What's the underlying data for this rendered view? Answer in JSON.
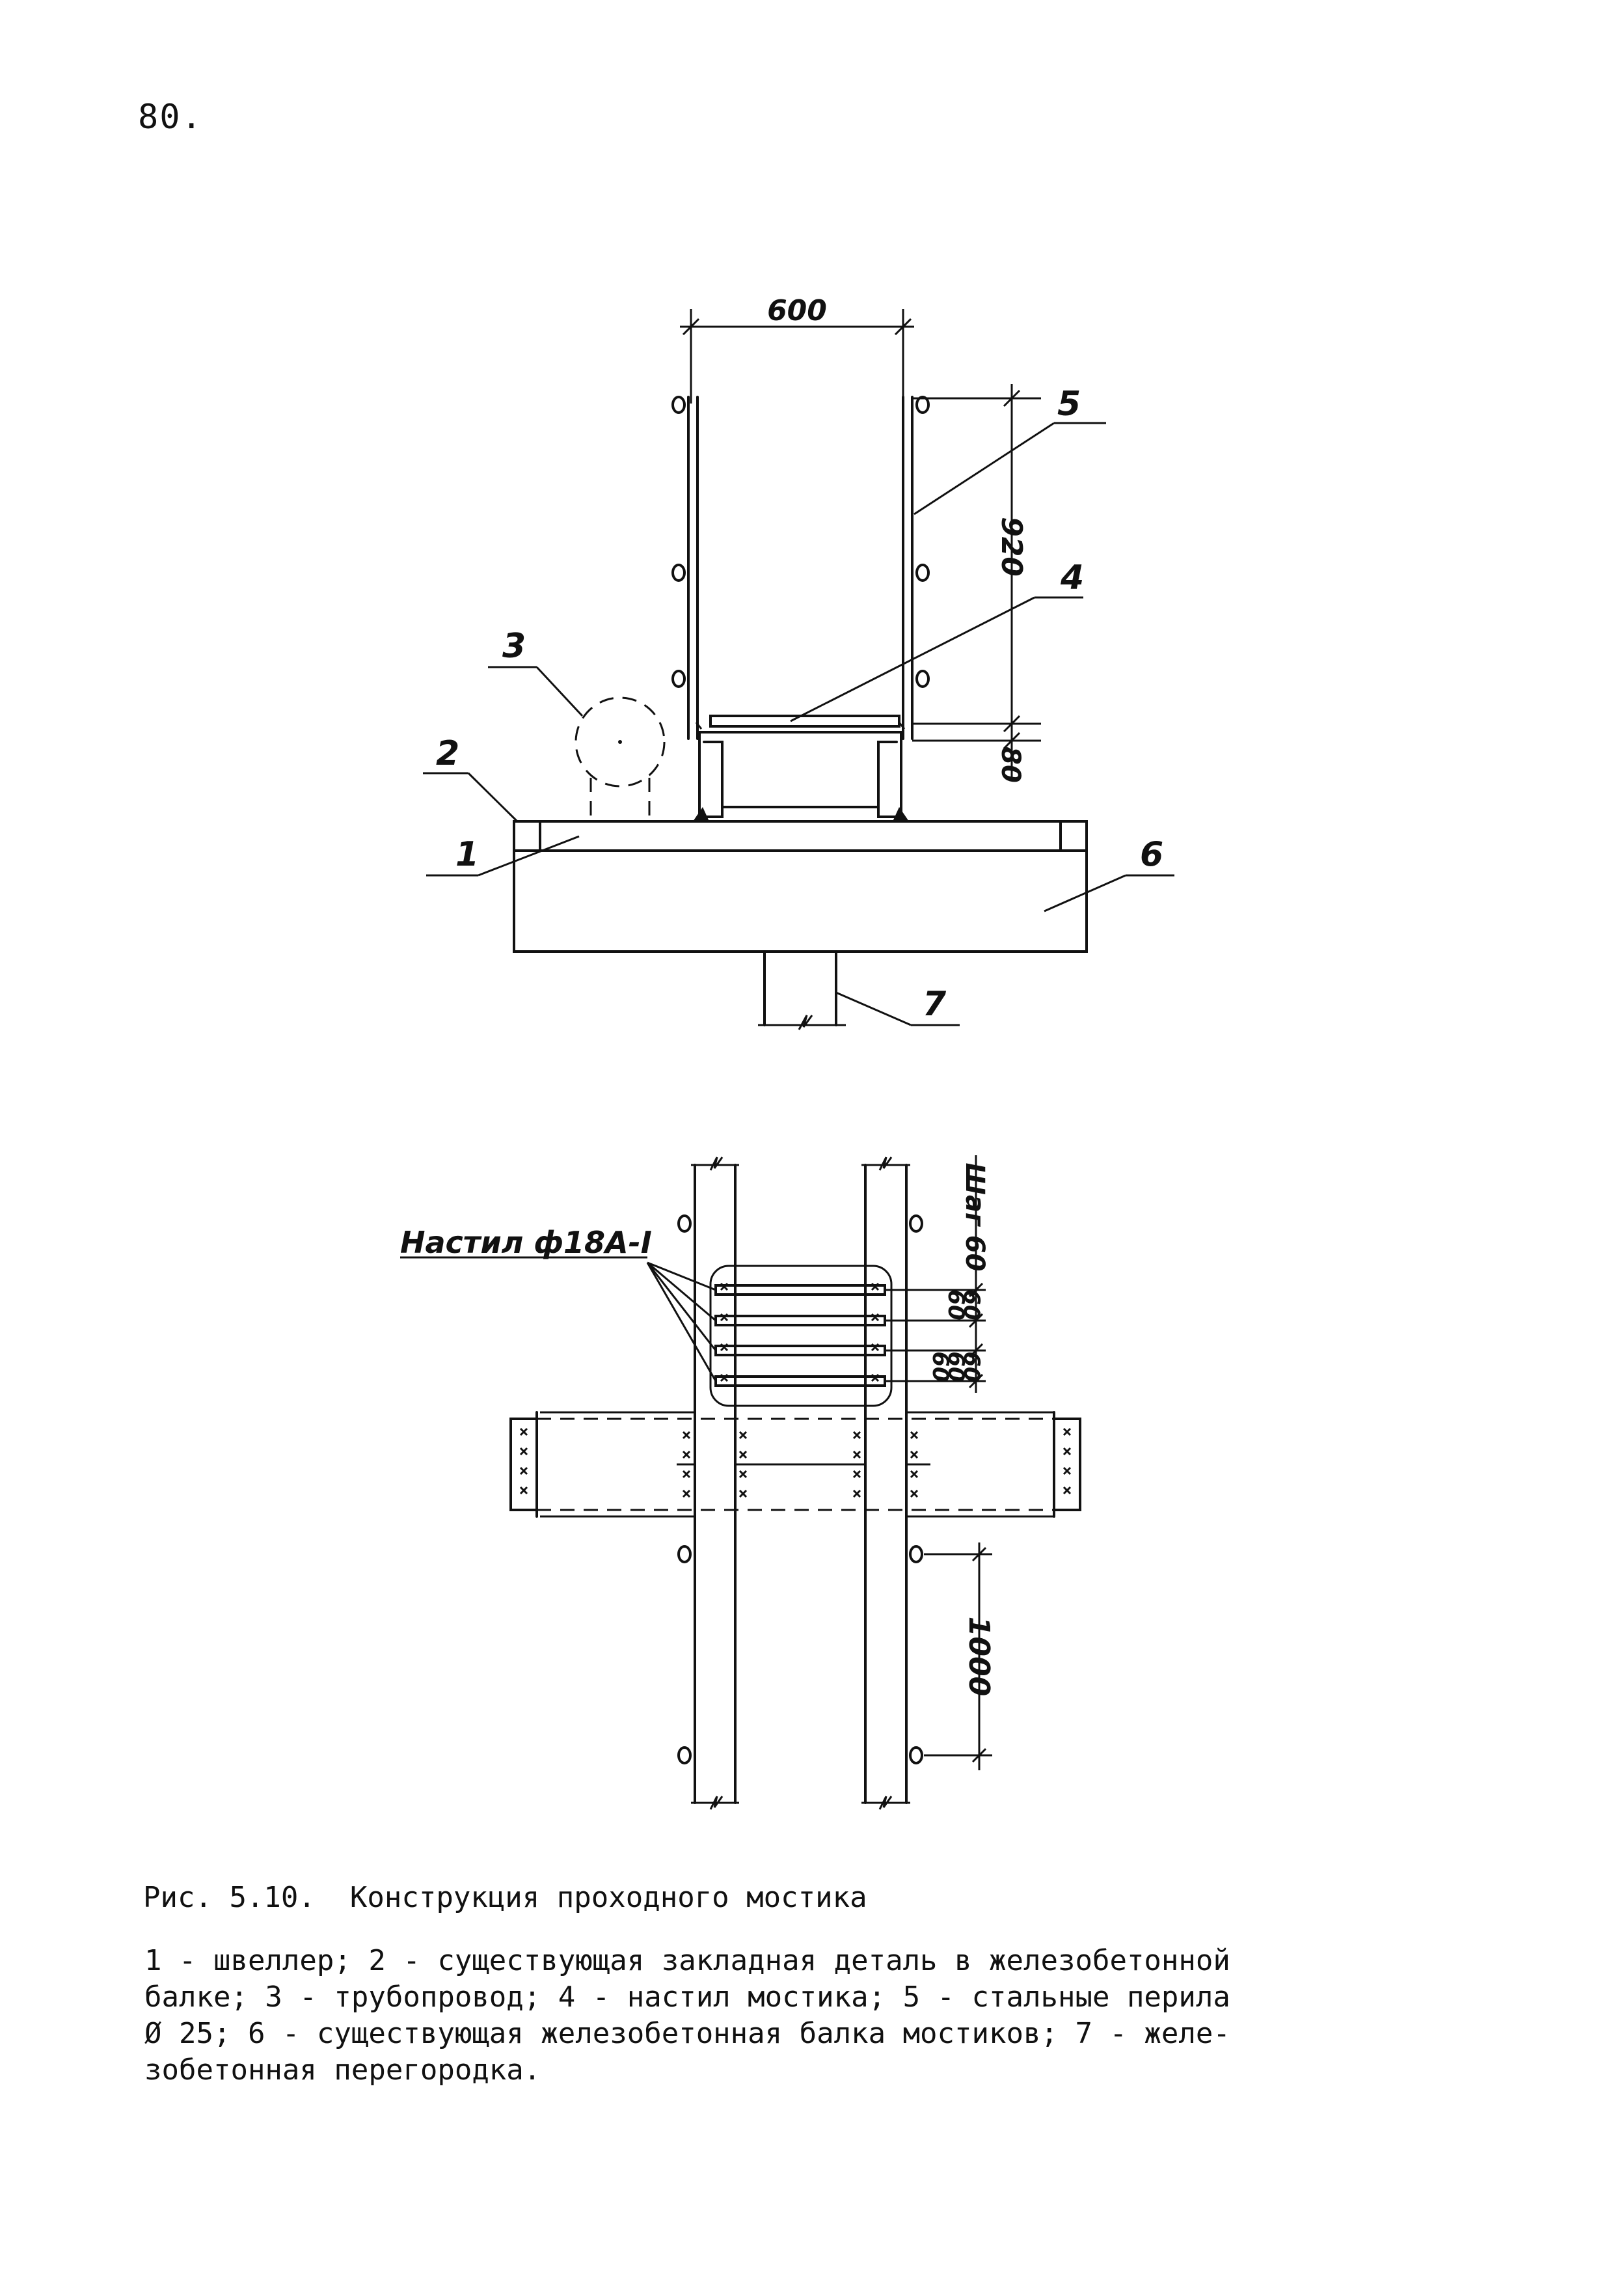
{
  "page": {
    "number": "80."
  },
  "drawing": {
    "top_view": {
      "width_dim": "600",
      "rail_height_dim": "920",
      "deck_height_dim": "80",
      "callouts": [
        "1",
        "2",
        "3",
        "4",
        "5",
        "6",
        "7"
      ]
    },
    "plan_view": {
      "deck_label": "Настил ф18А-I",
      "step_dim": "Шаг 60",
      "spacing_dims": [
        "60",
        "60",
        "60",
        "60",
        "60"
      ],
      "post_dim": "1000"
    }
  },
  "caption": {
    "figure": "Рис. 5.10.",
    "title": "Конструкция проходного мостика"
  },
  "legend": {
    "lines": [
      "1 - швеллер; 2 - существующая закладная деталь в железобетонной",
      "балке; 3 - трубопровод; 4 - настил мостика; 5 - стальные перила",
      "Ø 25; 6 - существующая железобетонная балка мостиков; 7 - желе-",
      "зобетонная перегородка."
    ]
  }
}
